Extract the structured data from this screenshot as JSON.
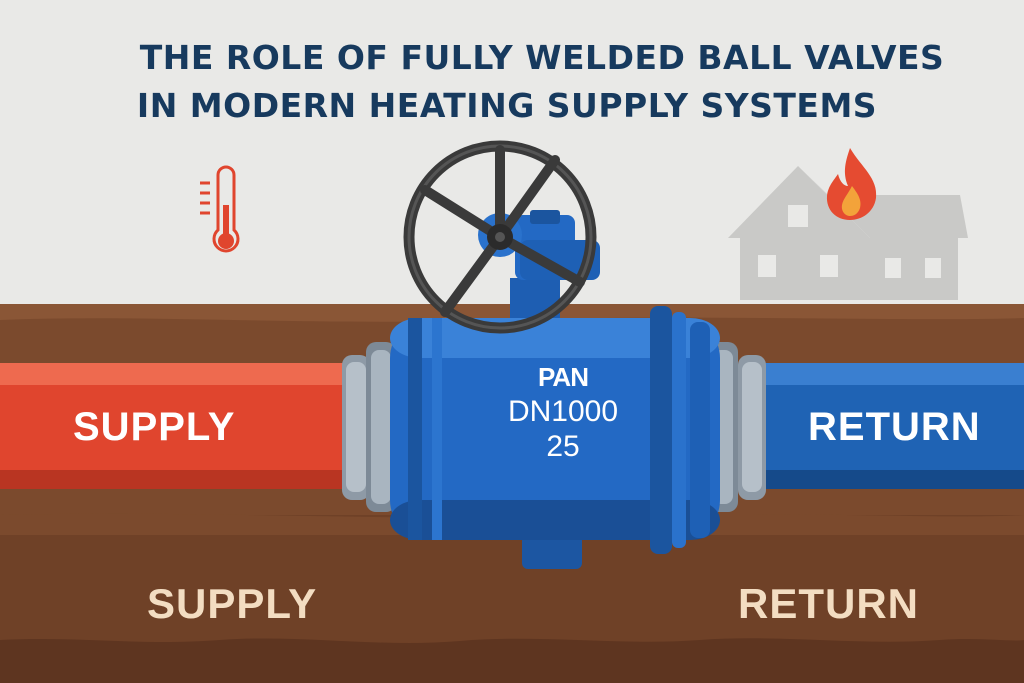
{
  "title": {
    "line1": "THE ROLE OF FULLY WELDED BALL VALVES",
    "line2": "IN MODERN HEATING SUPPLY SYSTEMS"
  },
  "pipes": {
    "supply_label": "SUPPLY",
    "return_label": "RETURN",
    "supply_color": "#e0452e",
    "return_color": "#1f63b4"
  },
  "ground": {
    "supply_label": "SUPPLY",
    "return_label": "RETURN"
  },
  "valve": {
    "brand": "PAN",
    "size": "DN1000",
    "pressure": "25",
    "body_color": "#2369c4"
  },
  "icons": [
    "thermometer-icon",
    "house-icon",
    "flame-icon",
    "handwheel-icon"
  ]
}
